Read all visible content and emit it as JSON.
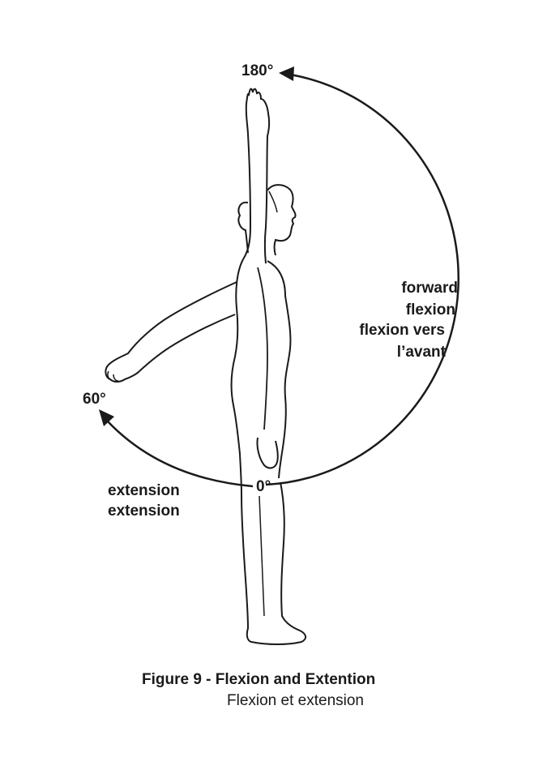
{
  "angles": {
    "top": "180°",
    "middle": "60°",
    "zero": "0°"
  },
  "flexion": {
    "line1": "forward",
    "line2": "flexion",
    "line3": "flexion vers",
    "line4": "l’avant"
  },
  "extension": {
    "line1": "extension",
    "line2": "extension"
  },
  "caption": {
    "line1": "Figure 9 - Flexion and Extention",
    "line2": "Flexion et extension"
  },
  "colors": {
    "ink": "#1a1a1a",
    "background": "#ffffff"
  }
}
